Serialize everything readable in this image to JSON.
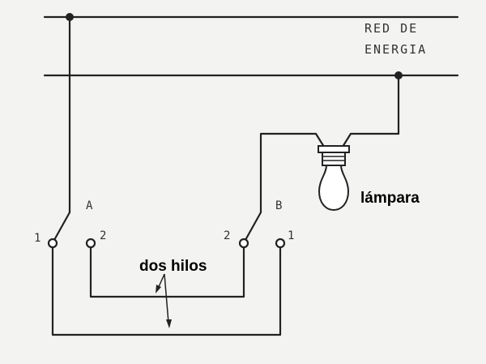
{
  "power_line": {
    "label_line1": "RED  DE",
    "label_line2": "ENERGIA"
  },
  "switch_a": {
    "name": "A",
    "terminal_left": "1",
    "terminal_right": "2"
  },
  "switch_b": {
    "name": "B",
    "terminal_left": "2",
    "terminal_right": "1"
  },
  "lamp": {
    "label": "lámpara"
  },
  "wires": {
    "label": "dos hilos"
  }
}
